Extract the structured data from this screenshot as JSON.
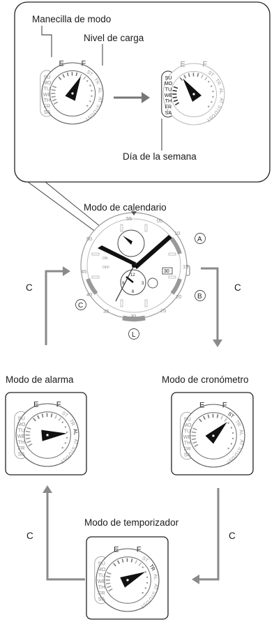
{
  "callout": {
    "mode_hand_label": "Manecilla de modo",
    "charge_level_label": "Nivel de carga",
    "weekday_label": "Día de la semana"
  },
  "modes": {
    "calendar": "Modo de calendario",
    "alarm": "Modo de alarma",
    "stopwatch": "Modo de cronómetro",
    "timer": "Modo de temporizador"
  },
  "button_c": "C",
  "buttons": {
    "a": "A",
    "b": "B",
    "c": "C",
    "l": "L"
  },
  "gauge": {
    "e": "E",
    "f": "F",
    "days": [
      "SU",
      "MO",
      "TU",
      "WE",
      "TH",
      "FR",
      "SA"
    ],
    "right_marks": [
      "ST",
      "TR",
      "AL",
      "AT",
      "STD",
      "DST"
    ]
  },
  "watch_date": "30"
}
